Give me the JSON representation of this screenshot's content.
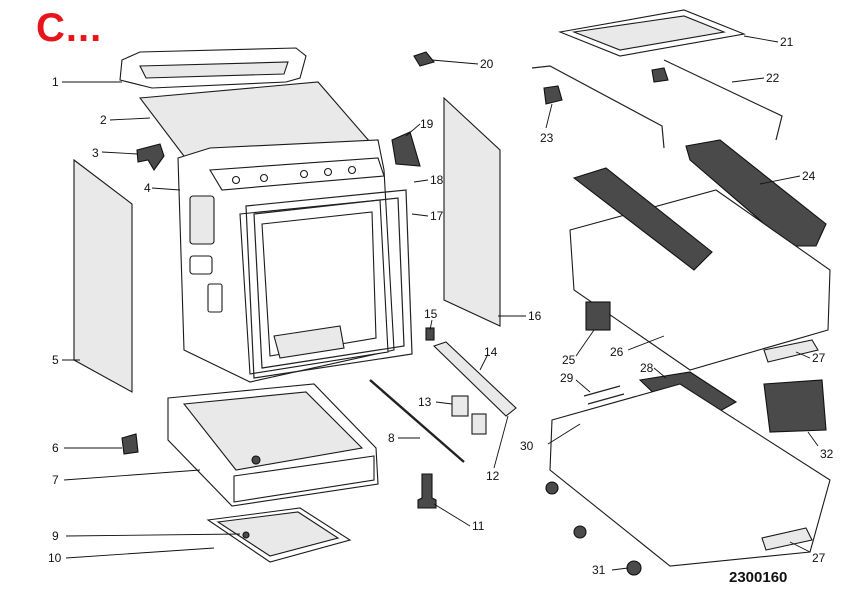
{
  "section_label": "C...",
  "drawing_code": "2300160",
  "callouts": [
    "1",
    "2",
    "3",
    "4",
    "5",
    "6",
    "7",
    "8",
    "9",
    "10",
    "11",
    "12",
    "13",
    "14",
    "15",
    "16",
    "17",
    "18",
    "19",
    "20",
    "21",
    "22",
    "23",
    "24",
    "25",
    "26",
    "27",
    "27",
    "28",
    "29",
    "30",
    "31",
    "32"
  ],
  "colors": {
    "section_label": "#e8141b",
    "line": "#1a1a1a",
    "panel_fill": "#e9e9e9"
  }
}
